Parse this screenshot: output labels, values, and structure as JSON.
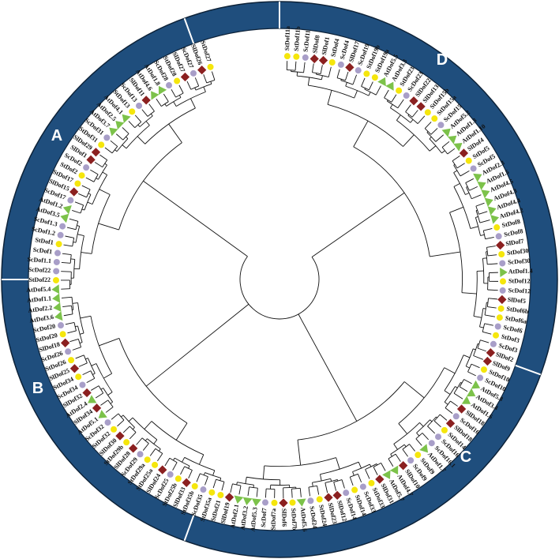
{
  "figure": {
    "type": "circular phylogenetic tree",
    "ring_color": "#1f4e7d",
    "divider_color": "#ffffff",
    "clades": [
      {
        "label": "A",
        "start_deg": 180,
        "end_deg": 250
      },
      {
        "label": "D",
        "start_deg": 270,
        "end_deg": 20
      },
      {
        "label": "C",
        "start_deg": 20,
        "end_deg": 110
      },
      {
        "label": "B",
        "start_deg": 110,
        "end_deg": 180
      }
    ],
    "markers": {
      "St": {
        "shape": "circle",
        "color": "#f5e60c",
        "species": "St"
      },
      "Sc": {
        "shape": "circle",
        "color": "#a89ec8",
        "species": "Sc"
      },
      "Sl": {
        "shape": "diamond",
        "color": "#8b2020",
        "species": "Sl"
      },
      "At": {
        "shape": "triangle",
        "color": "#7cc24a",
        "species": "At"
      }
    },
    "leaves": [
      "StDof11a",
      "StDof11b",
      "ScDof11",
      "SlDof8",
      "SlDof1",
      "StDof4",
      "ScDof4",
      "SlDof17",
      "ScDof19",
      "StDof19b",
      "StDof19a",
      "AtDof5.5",
      "AtDof3.3",
      "StDof23",
      "ScDof23",
      "SlDof22",
      "SlDof13",
      "StDof15b",
      "StDof15a",
      "ScDof15",
      "AtDof5.2",
      "AtDof1.3",
      "AtDof1.10",
      "SlDof4",
      "StDof5",
      "ScDof5",
      "AtDof2.3",
      "AtDof1.5",
      "AtDof4.5",
      "AtDof4.3",
      "AtDof4.4",
      "AtDof4.2",
      "StDof8",
      "ScDof8",
      "SlDof7",
      "StDof30",
      "ScDof30",
      "AtDof1.4",
      "StDof12",
      "ScDof12",
      "SlDof5",
      "StDof6b",
      "StDof6a",
      "ScDof6",
      "StDof3",
      "ScDof3",
      "SlDof2",
      "SlDof9",
      "StDof10",
      "ScDof10",
      "AtDof5.8",
      "AtDof3.4",
      "AtDof1.6",
      "SlDof18",
      "ScDof16",
      "SlDof18",
      "StDof14",
      "ScDof16",
      "ScDof16.1",
      "AtDof1.7",
      "StDof9",
      "ScDof9",
      "SlDof10",
      "AtDof4.7",
      "AtDof5.7",
      "SlDof31",
      "StDof33",
      "ScDof33",
      "StDof14",
      "ScDof14",
      "SlDof12",
      "SlDof23",
      "StDof24",
      "ScDof24",
      "AtDof5.6",
      "StDof7b",
      "SlDof6",
      "StDof7a",
      "ScDof7",
      "AtDof5.3",
      "AtDof3.2",
      "AtDof2.1",
      "SlDof19",
      "StDof21",
      "StDof35a",
      "ScDof35",
      "StDof35b",
      "SlDof33",
      "StDof25b",
      "ScDof25",
      "SlDof24",
      "StDof25a",
      "StDof29a",
      "ScDof29",
      "SlDof28",
      "StDof29b",
      "SlDof30",
      "StDof32",
      "ScDof32",
      "AtDof5.1",
      "SlDof34",
      "AtDof2.4",
      "SlDof32",
      "ScDof34",
      "StDof34",
      "SlDof25",
      "StDof26",
      "ScDof26",
      "SlDof18",
      "StDof20",
      "ScDof20",
      "AtDof3.6",
      "AtDof2.2",
      "AtDof1.1",
      "AtDof5.4",
      "StDof22",
      "ScDof22",
      "ScDof1.1",
      "ScDof1",
      "StDof1",
      "ScDof1.2",
      "ScDof1.3",
      "AtDof3.5",
      "AtDof1.2",
      "ScDof17",
      "SlDof15",
      "StDof17",
      "StDof2",
      "ScDof2",
      "SlDof1",
      "SlDof29",
      "StDof31",
      "ScDof31",
      "AtDof3.7",
      "AtDof2.5",
      "AtDof4.1",
      "StDof13",
      "ScDof13",
      "SlDof11",
      "AtDof4.6",
      "AtDof1.8",
      "ScDof28",
      "StDof28",
      "SlDof27",
      "ScDof27",
      "SlDof26",
      "StDof27"
    ]
  }
}
